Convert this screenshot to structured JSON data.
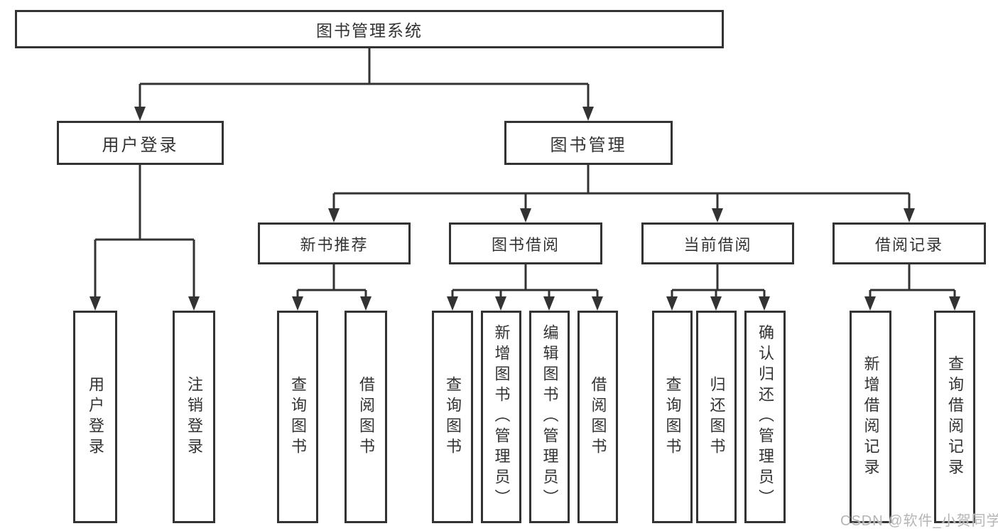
{
  "diagram": {
    "root": {
      "label": "图书管理系统"
    },
    "level2": [
      {
        "id": "user-login",
        "label": "用户登录"
      },
      {
        "id": "book-management",
        "label": "图书管理"
      }
    ],
    "level3": [
      {
        "id": "new-book-recommend",
        "label": "新书推荐"
      },
      {
        "id": "book-borrowing",
        "label": "图书借阅"
      },
      {
        "id": "current-borrowing",
        "label": "当前借阅"
      },
      {
        "id": "borrowing-records",
        "label": "借阅记录"
      }
    ],
    "leaves": [
      {
        "parent": "user-login",
        "label": "用户登录"
      },
      {
        "parent": "user-login",
        "label": "注销登录"
      },
      {
        "parent": "new-book-recommend",
        "label": "查询图书"
      },
      {
        "parent": "new-book-recommend",
        "label": "借阅图书"
      },
      {
        "parent": "book-borrowing",
        "label": "查询图书"
      },
      {
        "parent": "book-borrowing",
        "label": "新增图书（管理员）"
      },
      {
        "parent": "book-borrowing",
        "label": "编辑图书（管理员）"
      },
      {
        "parent": "book-borrowing",
        "label": "借阅图书"
      },
      {
        "parent": "current-borrowing",
        "label": "查询图书"
      },
      {
        "parent": "current-borrowing",
        "label": "归还图书"
      },
      {
        "parent": "current-borrowing",
        "label": "确认归还（管理员）"
      },
      {
        "parent": "borrowing-records",
        "label": "新增借阅记录"
      },
      {
        "parent": "borrowing-records",
        "label": "查询借阅记录"
      }
    ],
    "colors": {
      "line": "#333333",
      "box_border": "#333333",
      "box_background": "#ffffff",
      "text": "#333333"
    }
  },
  "watermark": {
    "text": "CSDN @软件_小贺同学",
    "color": "#b5b5b5"
  }
}
